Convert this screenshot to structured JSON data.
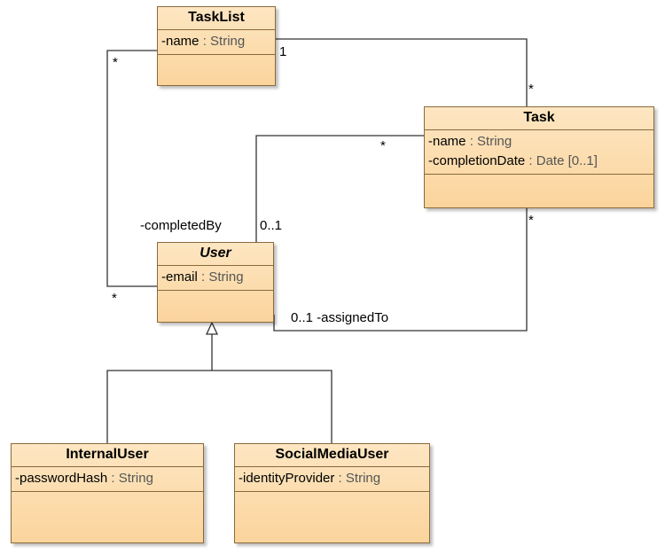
{
  "classes": {
    "tasklist": {
      "name": "TaskList",
      "attrs": [
        {
          "vis_name": "-name",
          "sep": " : ",
          "type": "String"
        }
      ]
    },
    "task": {
      "name": "Task",
      "attrs": [
        {
          "vis_name": "-name",
          "sep": " : ",
          "type": "String"
        },
        {
          "vis_name": "-completionDate",
          "sep": " : ",
          "type": "Date [0..1]"
        }
      ]
    },
    "user": {
      "name": "User",
      "abstract": true,
      "attrs": [
        {
          "vis_name": "-email",
          "sep": " : ",
          "type": "String"
        }
      ]
    },
    "internaluser": {
      "name": "InternalUser",
      "attrs": [
        {
          "vis_name": "-passwordHash",
          "sep": " : ",
          "type": "String"
        }
      ]
    },
    "socialmediauser": {
      "name": "SocialMediaUser",
      "attrs": [
        {
          "vis_name": "-identityProvider",
          "sep": " : ",
          "type": "String"
        }
      ]
    }
  },
  "labels": {
    "tasklist_task_one": "1",
    "tasklist_task_many": "*",
    "tasklist_user_many_top": "*",
    "tasklist_user_many_bottom": "*",
    "task_completedby_many": "*",
    "completed_by_role": "-completedBy",
    "completed_by_mult": "0..1",
    "task_assigned_many": "*",
    "assigned_to": "0..1 -assignedTo"
  },
  "colors": {
    "class_fill_top": "#fde6c2",
    "class_fill_bottom": "#fbd49c",
    "class_border": "#8a6a3c",
    "line": "#333333"
  }
}
